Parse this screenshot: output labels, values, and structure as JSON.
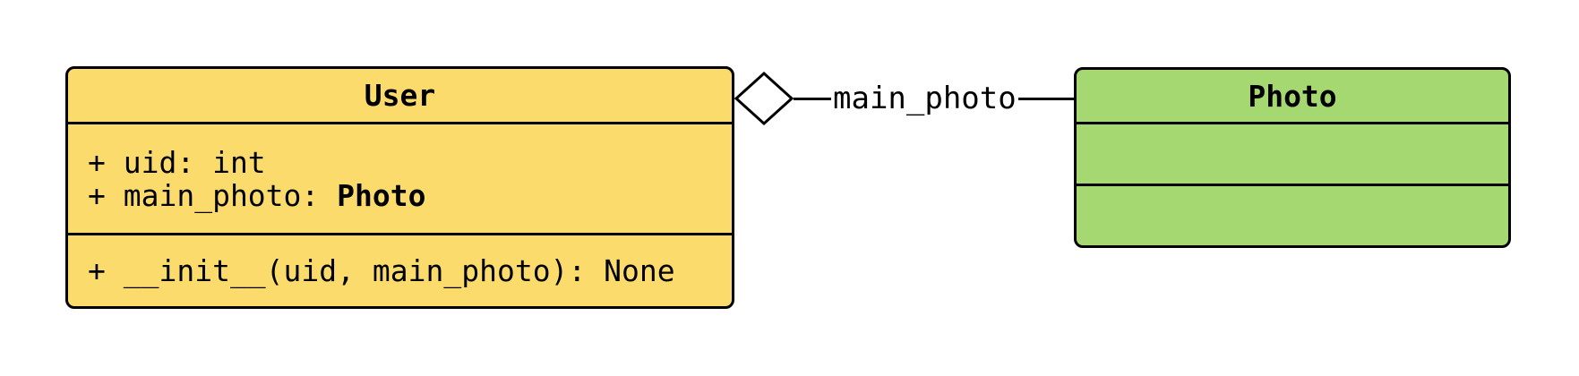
{
  "diagram_type": "uml-class-diagram",
  "background_color": "#FFFFFF",
  "user_class": {
    "title": "User",
    "fill": "#FCDB6D",
    "border_color": "#000000",
    "attributes": {
      "attr1": "+ uid: int",
      "attr2_label": "+ main_photo: ",
      "attr2_type": "Photo"
    },
    "methods": {
      "method1": "+ __init__(uid, main_photo): None"
    }
  },
  "photo_class": {
    "title": "Photo",
    "fill": "#A5D871",
    "border_color": "#000000",
    "attributes": {},
    "methods": {}
  },
  "relationship": {
    "kind": "aggregation",
    "label": "main_photo",
    "from": "User",
    "to": "Photo",
    "diamond_fill": "#FFFFFF",
    "line_color": "#000000"
  }
}
